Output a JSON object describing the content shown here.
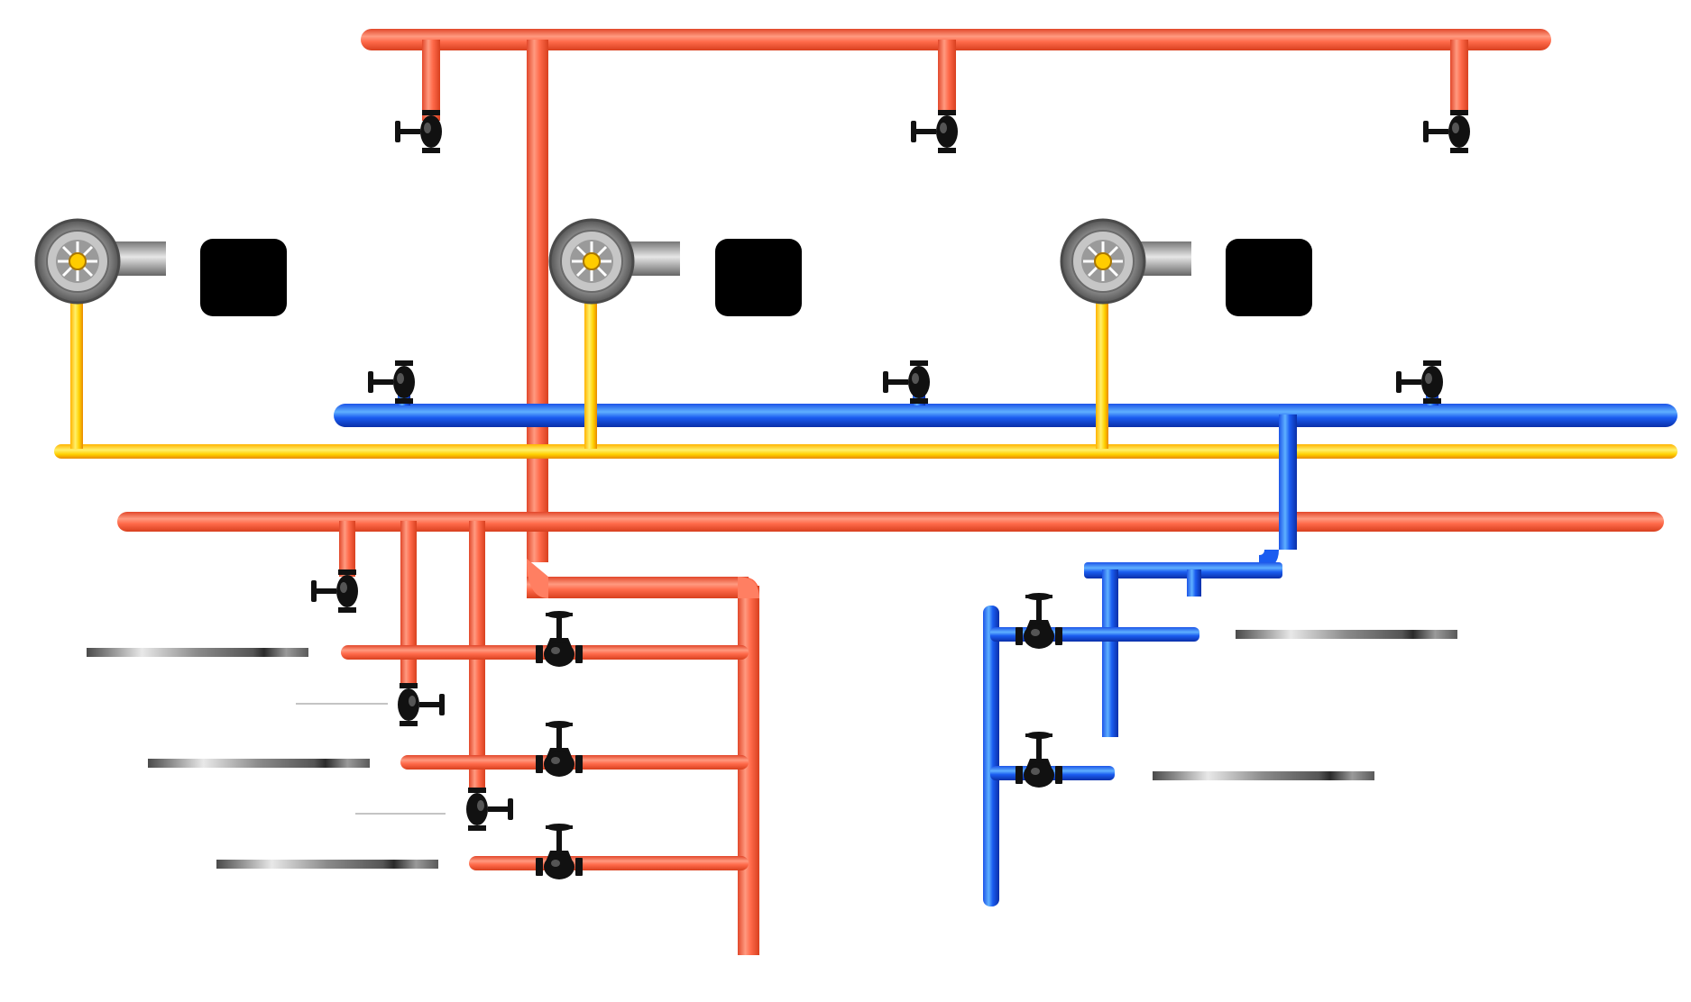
{
  "diagram": {
    "kind": "boiler-room piping schematic",
    "colors": {
      "background": "#ffffff",
      "hot_pipe": "#ff6a4a",
      "hot_pipe_dark": "#e2472a",
      "hot_pipe_light": "#ff9a80",
      "cold_pipe": "#1a5cf0",
      "cold_pipe_dark": "#0a2fa8",
      "cold_pipe_light": "#5fb0ff",
      "gas_pipe": "#ffd000",
      "gas_pipe_dark": "#e88a00",
      "boiler_body": "#ff4444",
      "boiler_body_dark": "#d91a1a",
      "boiler_window": "#000000",
      "boiler_feet": "#8a1a1a",
      "valve": "#111111",
      "burner": "#8c8c8c",
      "gauge": "#9a9a9a"
    },
    "boilers": [
      {
        "id": "boiler-1",
        "window_label": ""
      },
      {
        "id": "boiler-2",
        "window_label": ""
      },
      {
        "id": "boiler-3",
        "window_label": ""
      }
    ],
    "pipes": {
      "supply_header": "hot",
      "distribution_header": "hot",
      "return_header": "cold",
      "gas_line": "gas"
    },
    "icons": {
      "burner": "burner-fan-icon",
      "gate_valve": "gate-valve-icon",
      "ball_valve": "ball-valve-icon",
      "gauge": "pressure-gauge-icon"
    }
  }
}
